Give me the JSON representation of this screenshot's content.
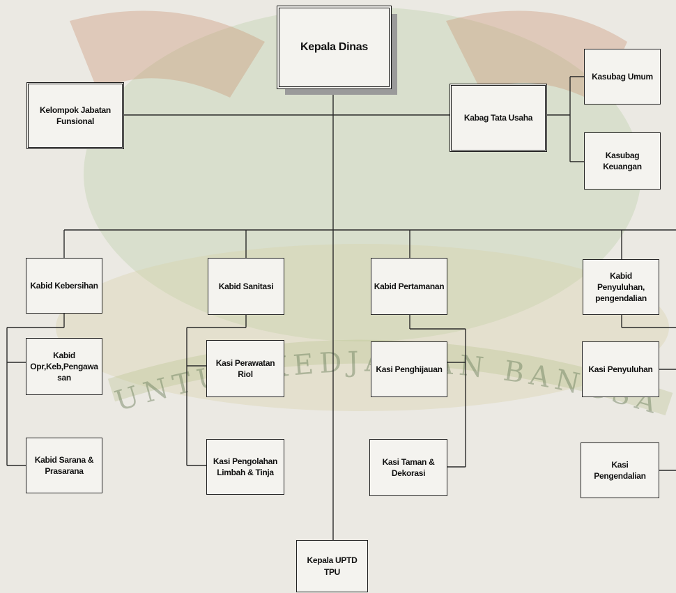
{
  "nodes": {
    "kepala_dinas": "Kepala Dinas",
    "kelompok_jabatan": "Kelompok Jabatan Funsional",
    "kabag_tata_usaha": "Kabag Tata Usaha",
    "kasubag_umum": "Kasubag Umum",
    "kasubag_keuangan": "Kasubag Keuangan",
    "kabid_kebersihan": "Kabid Kebersihan",
    "kabid_sanitasi": "Kabid Sanitasi",
    "kabid_pertamanan": "Kabid Pertamanan",
    "kabid_penyuluhan": "Kabid Penyuluhan, pengendalian",
    "kabid_opr": "Kabid Opr,Keb,Pengawa san",
    "kabid_sarana": "Kabid Sarana & Prasarana",
    "kasi_perawatan": "Kasi Perawatan Riol",
    "kasi_pengolahan": "Kasi Pengolahan Limbah & Tinja",
    "kasi_penghijauan": "Kasi Penghijauan",
    "kasi_taman": "Kasi Taman & Dekorasi",
    "kasi_penyuluhan": "Kasi Penyuluhan",
    "kasi_pengendalian": "Kasi Pengendalian",
    "kepala_uptd": "Kepala UPTD TPU"
  },
  "watermark": {
    "arc_text": "UNTUK KEDJAJAAN BANGSA",
    "color": "#9fbf8a"
  },
  "colors": {
    "line": "#2a2a2a",
    "box_fill": "#f4f3ef",
    "background": "#ebe9e3"
  }
}
